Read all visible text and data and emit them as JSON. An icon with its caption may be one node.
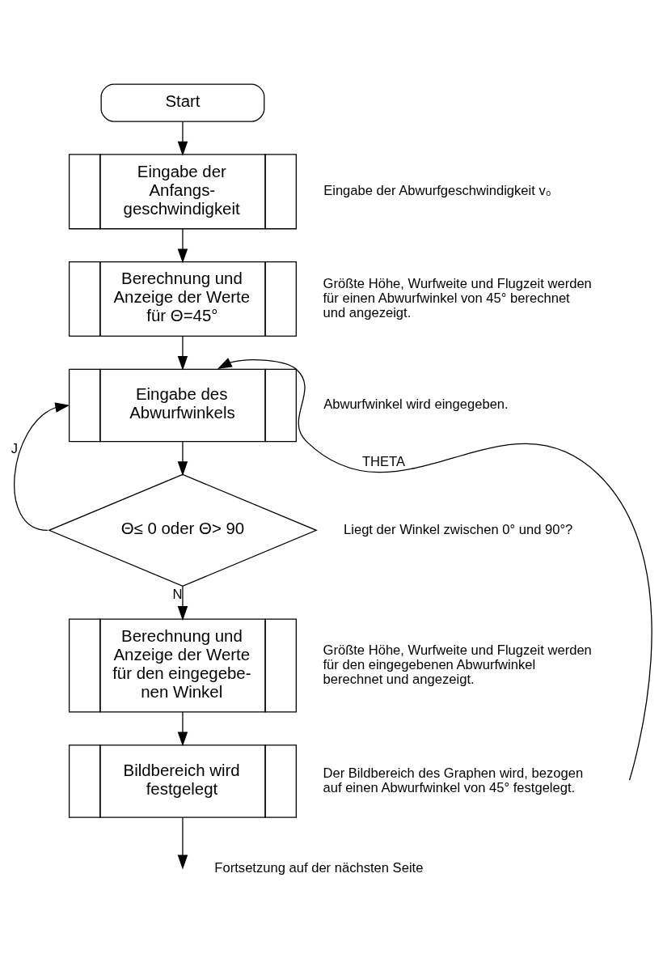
{
  "diagram": {
    "nodes": [
      {
        "text": [
          "Start"
        ]
      },
      {
        "text": [
          "Eingabe der Anfangs- geschwindigkeit"
        ],
        "beside": [
          "Eingabe der Abwurfgeschwindigkeit v₀"
        ]
      },
      {
        "text": [
          "Berechnung und Anzeige der Werte für Θ=45°"
        ],
        "beside": [
          "Größte Höhe, Wurfweite und Flugzeit werden für einen Abwurfwinkel von 45° berechnet und angezeigt."
        ]
      },
      {
        "text": [
          "Eingabe des Abwurfwinkels"
        ],
        "beside": [
          "Abwurfwinkel wird eingegeben."
        ]
      },
      {
        "text": [
          "Θ≤ 0 oder Θ> 90"
        ],
        "beside": [
          "Liegt der Winkel zwischen 0° und 90°?"
        ]
      },
      {
        "text": [
          "Berechnung und Anzeige der Werte für den eingegebe- nen Winkel"
        ],
        "beside": [
          "Größte Höhe, Wurfweite und Flugzeit werden für den eingegebenen Abwurfwinkel berechnet und angezeigt."
        ]
      },
      {
        "text": [
          "Bildbereich wird festgelegt"
        ],
        "beside": [
          "Der Bildbereich des Graphen wird, bezogen auf einen Abwurfwinkel von 45° festgelegt."
        ]
      }
    ],
    "edges": [
      {
        "from": 0,
        "to": 1,
        "arrow": "to"
      },
      {
        "from": 1,
        "to": 2,
        "arrow": "to"
      },
      {
        "from": 2,
        "to": 3,
        "arrow": "to"
      },
      {
        "from": 4,
        "to": 3,
        "arrow": "to",
        "label": "J"
      },
      {
        "from": 3,
        "to": 4,
        "arrow": "to"
      },
      {
        "from": 4,
        "to": 5,
        "arrow": "to",
        "label": "N"
      },
      {
        "from": 5,
        "to": 6,
        "arrow": "to"
      },
      {
        "from": 6,
        "to": null,
        "arrow": "to"
      },
      {
        "from": null,
        "to": 3,
        "arrow": "to",
        "label": "THETA"
      }
    ],
    "labels": [
      "Fortsetzung auf der nächsten Seite"
    ]
  }
}
